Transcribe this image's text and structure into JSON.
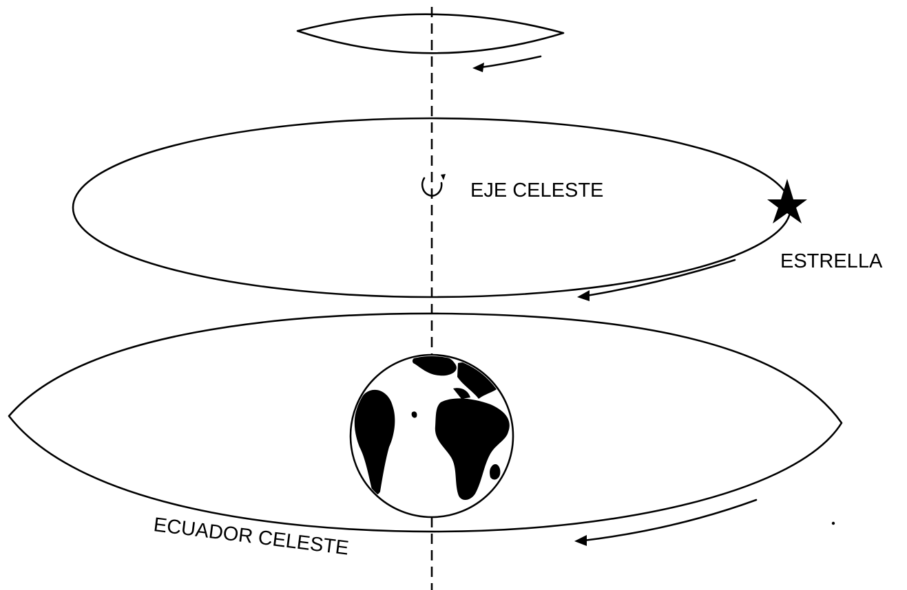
{
  "labels": {
    "axis": "EJE CELESTE",
    "star": "ESTRELLA",
    "equator": "ECUADOR CELESTE"
  },
  "icons": {
    "star": "star-icon",
    "earth": "earth-globe-icon"
  },
  "colors": {
    "ink": "#000000",
    "background": "#ffffff"
  }
}
